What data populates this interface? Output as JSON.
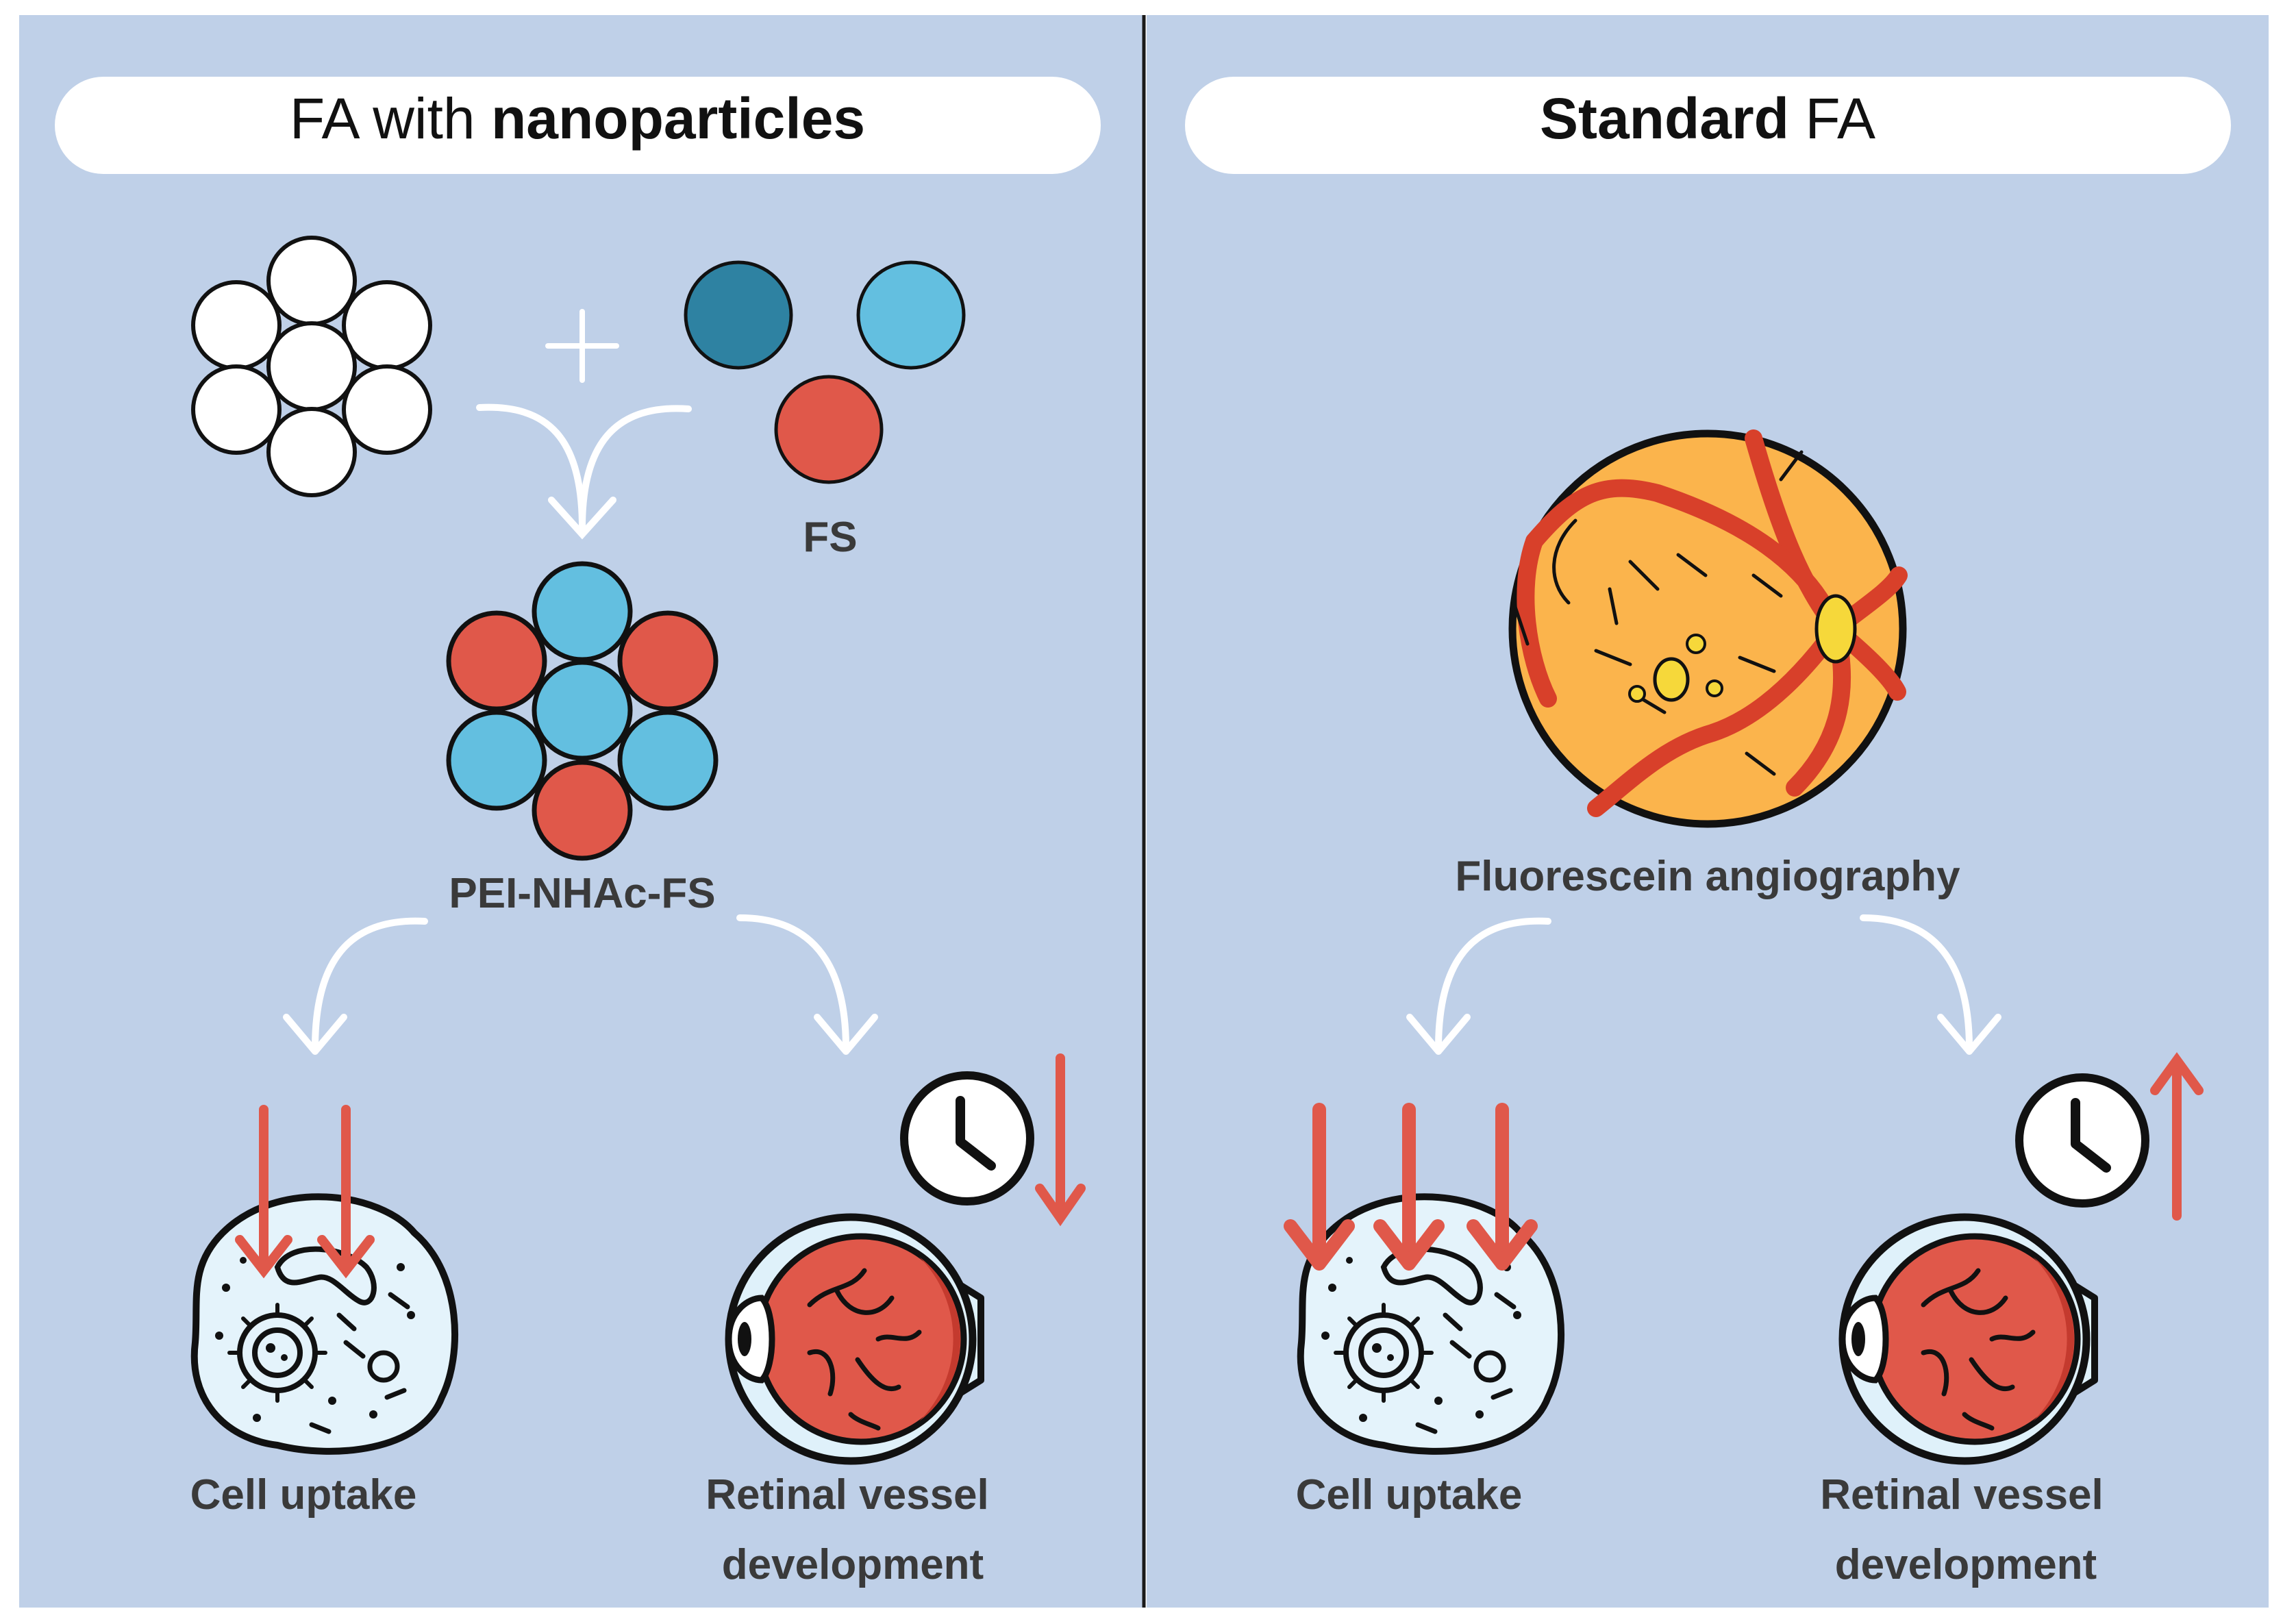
{
  "panels": {
    "left": {
      "header_normal_1": "FA with ",
      "header_bold_1": "nanoparticles",
      "fs_label": "FS",
      "complex_label": "PEI-NHAc-FS",
      "cell_label": "Cell uptake",
      "retina_label_line1": "Retinal vessel",
      "retina_label_line2": "development"
    },
    "right": {
      "header_bold_1": "Standard",
      "header_normal_1": " FA",
      "fa_label": "Fluorescein angiography",
      "cell_label": "Cell uptake",
      "retina_label_line1": "Retinal vessel",
      "retina_label_line2": "development"
    }
  },
  "colors": {
    "panel_bg": "#bfd0e8",
    "red": "#e0584a",
    "light_blue": "#63bfe0",
    "dark_blue": "#2e82a2",
    "fundus_orange": "#fbb44c",
    "vessel_red": "#d8402a",
    "disc_yellow": "#f6d83a",
    "outline": "#111111"
  },
  "icons": {
    "merge_arrow": "curved-merge-arrow-icon",
    "branch_arrow": "curved-branch-arrow-icon",
    "clock": "clock-icon",
    "cell": "cell-icon",
    "eye": "eyeball-icon",
    "fundus": "fundus-icon"
  }
}
